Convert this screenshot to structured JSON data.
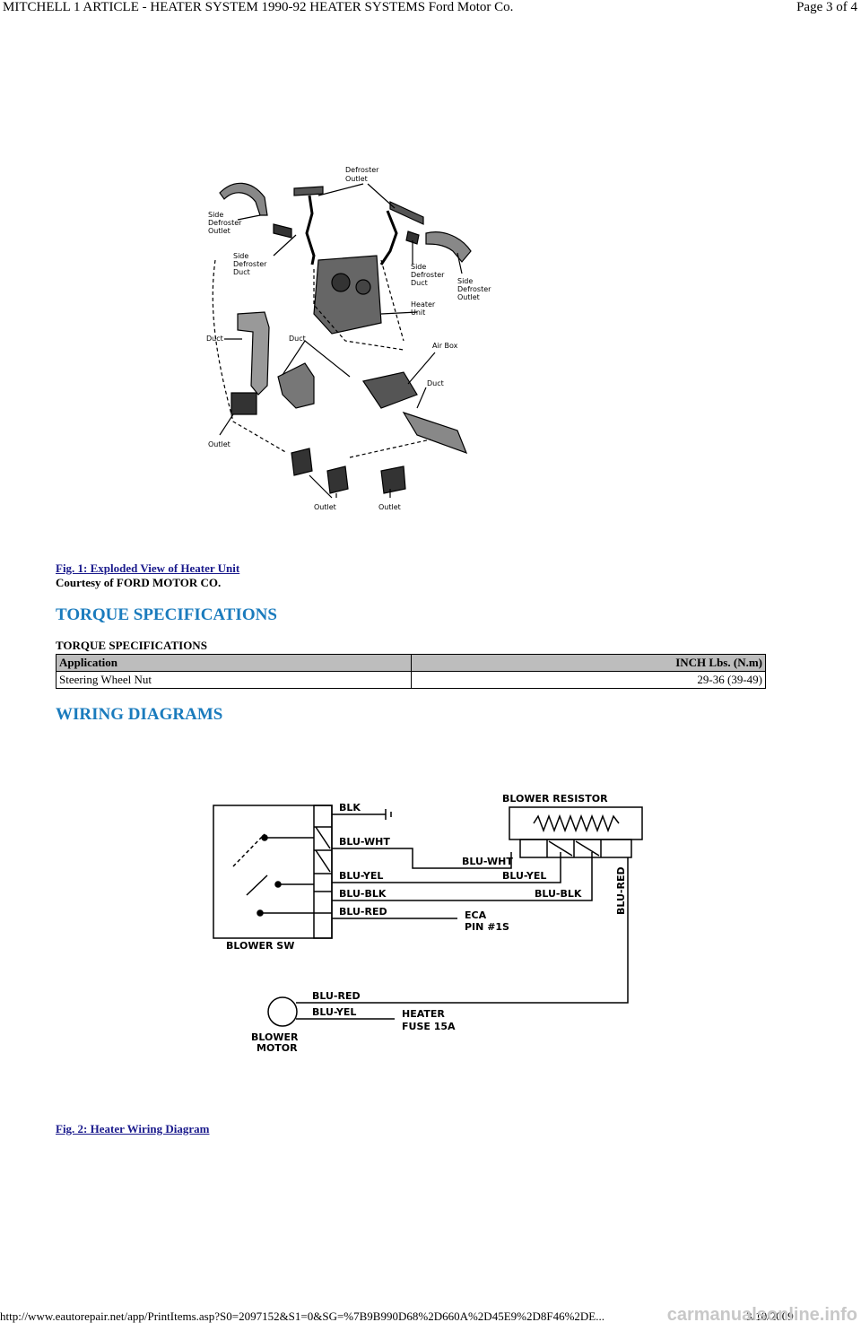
{
  "header": {
    "title": "MITCHELL 1 ARTICLE - HEATER SYSTEM 1990-92 HEATER SYSTEMS Ford Motor Co.",
    "page": "Page 3 of 4"
  },
  "figure1": {
    "labels": {
      "defroster_outlet_1": "Defroster",
      "defroster_outlet_2": "Outlet",
      "side_def_outlet_l1": "Side",
      "side_def_outlet_l2": "Defroster",
      "side_def_outlet_l3": "Outlet",
      "side_def_duct_l1": "Side",
      "side_def_duct_l2": "Defroster",
      "side_def_duct_l3": "Duct",
      "side_def_duct_r1": "Side",
      "side_def_duct_r2": "Defroster",
      "side_def_duct_r3": "Duct",
      "side_def_outlet_r1": "Side",
      "side_def_outlet_r2": "Defroster",
      "side_def_outlet_r3": "Outlet",
      "heater_unit_1": "Heater",
      "heater_unit_2": "Unit",
      "duct_left": "Duct",
      "duct_center": "Duct",
      "air_box": "Air Box",
      "duct_right": "Duct",
      "outlet_left": "Outlet",
      "outlet_bottom_1": "Outlet",
      "outlet_bottom_2": "Outlet"
    },
    "caption": "Fig. 1: Exploded View of Heater Unit",
    "courtesy": "Courtesy of FORD MOTOR CO."
  },
  "torque": {
    "heading": "TORQUE SPECIFICATIONS",
    "table_title": "TORQUE SPECIFICATIONS",
    "columns": [
      "Application",
      "INCH Lbs. (N.m)"
    ],
    "rows": [
      [
        "Steering Wheel Nut",
        "29-36 (39-49)"
      ]
    ]
  },
  "wiring": {
    "heading": "WIRING DIAGRAMS",
    "labels": {
      "blower_resistor": "BLOWER RESISTOR",
      "blk": "BLK",
      "blu_wht_1": "BLU-WHT",
      "blu_wht_2": "BLU-WHT",
      "blu_yel_1": "BLU-YEL",
      "blu_yel_2": "BLU-YEL",
      "blu_blk_1": "BLU-BLK",
      "blu_blk_2": "BLU-BLK",
      "blu_red_1": "BLU-RED",
      "blu_red_vert": "BLU-RED",
      "eca_1": "ECA",
      "eca_2": "PIN #1S",
      "blower_sw": "BLOWER SW",
      "blu_red_motor": "BLU-RED",
      "blu_yel_motor": "BLU-YEL",
      "heater_fuse_1": "HEATER",
      "heater_fuse_2": "FUSE 15A",
      "blower_motor_1": "BLOWER",
      "blower_motor_2": "MOTOR"
    },
    "caption": "Fig. 2: Heater Wiring Diagram"
  },
  "footer": {
    "url": "http://www.eautorepair.net/app/PrintItems.asp?S0=2097152&S1=0&SG=%7B9B990D68%2D660A%2D45E9%2D8F46%2DE...",
    "date": "3/10/2009",
    "watermark": "carmanualsonline.info"
  }
}
